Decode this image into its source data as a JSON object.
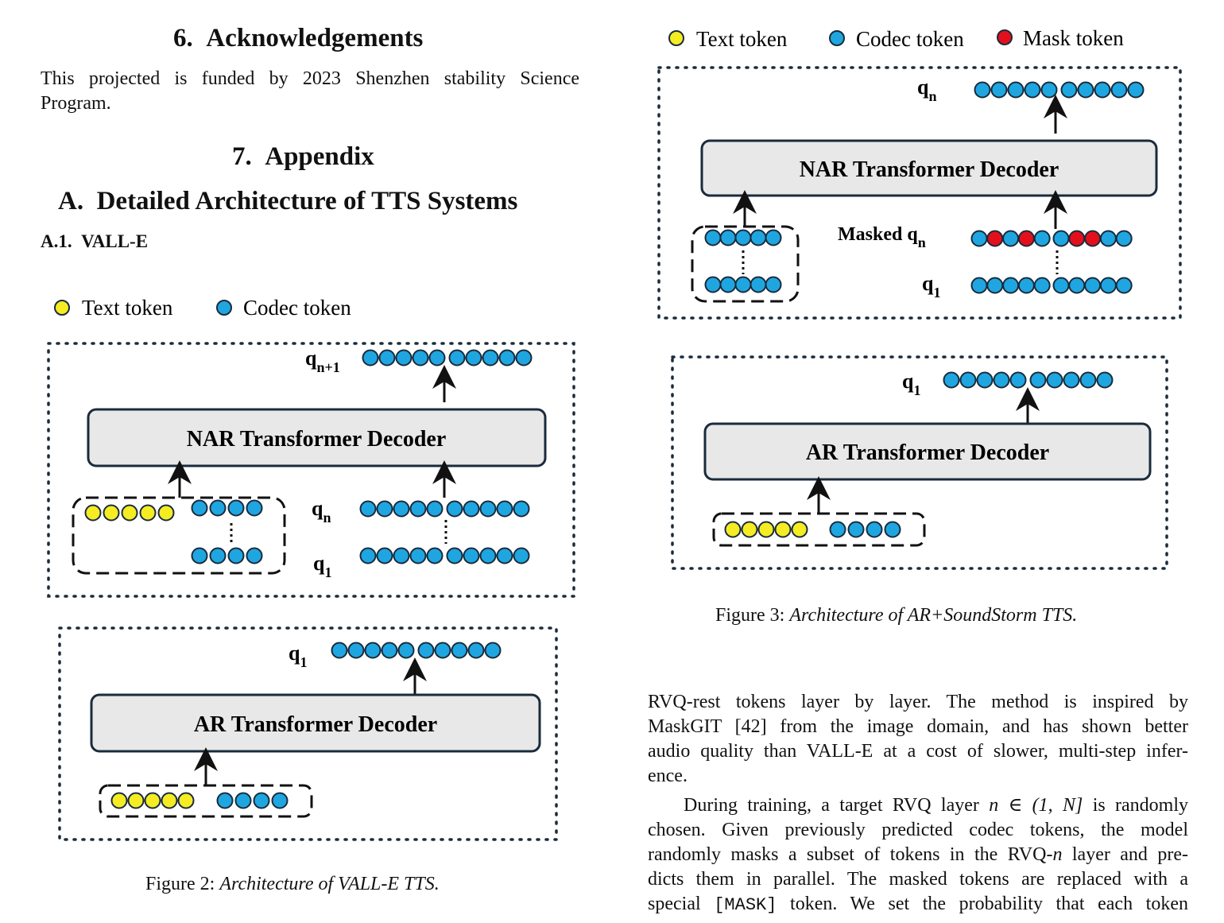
{
  "sections": {
    "ack": {
      "number": "6.",
      "title": "Acknowledgements",
      "text_lines": [
        "This projected is funded by 2023 Shenzhen stability Science",
        "Program."
      ]
    },
    "appendix": {
      "number": "7.",
      "title": "Appendix"
    },
    "appA": {
      "number": "A.",
      "title": "Detailed Architecture of TTS Systems"
    },
    "appA1": {
      "number": "A.1.",
      "title": "VALL-E"
    }
  },
  "legend": {
    "text_token": "Text token",
    "codec_token": "Codec token",
    "mask_token": "Mask token"
  },
  "colors": {
    "text_token": "#f5ec23",
    "codec_token": "#1fa6e0",
    "mask_token": "#e3101c",
    "box_fill": "#e8e8e8",
    "box_border": "#1a2b3c"
  },
  "fig2": {
    "nar_label": "NAR Transformer Decoder",
    "ar_label": "AR Transformer Decoder",
    "q_top": "q",
    "q_top_sub": "n+1",
    "q_n": "q",
    "q_n_sub": "n",
    "q_1": "q",
    "q_1_sub": "1",
    "q_ar": "q",
    "q_ar_sub": "1",
    "caption_prefix": "Figure 2:",
    "caption_title": "Architecture of VALL-E TTS."
  },
  "fig3": {
    "nar_label": "NAR Transformer Decoder",
    "ar_label": "AR Transformer Decoder",
    "q_top": "q",
    "q_top_sub": "n",
    "masked": "Masked q",
    "masked_sub": "n",
    "q_1": "q",
    "q_1_sub": "1",
    "q_ar": "q",
    "q_ar_sub": "1",
    "caption_prefix": "Figure 3:",
    "caption_title": "Architecture of AR+SoundStorm TTS."
  },
  "body": {
    "p1_lines": [
      "RVQ-rest tokens layer by layer.  The method is inspired by",
      "MaskGIT [42] from the image domain, and has shown better",
      "audio quality than VALL-E at a cost of slower, multi-step infer-",
      "ence."
    ],
    "p2_l1a": "During training, a target RVQ layer",
    "p2_l1_math": "n ∈ (1, N]",
    "p2_l1b": "is randomly",
    "p2_l2": "chosen.  Given previously predicted codec tokens, the model",
    "p2_l3a": "randomly masks a subset of tokens in the RVQ-",
    "p2_l3_math": "n",
    "p2_l3b": "layer and pre-",
    "p2_l4": "dicts them in parallel.  The masked tokens are replaced with a",
    "p2_l5a": "special",
    "p2_l5_mono": "[MASK]",
    "p2_l5b": "token.  We set the probability that each token"
  }
}
